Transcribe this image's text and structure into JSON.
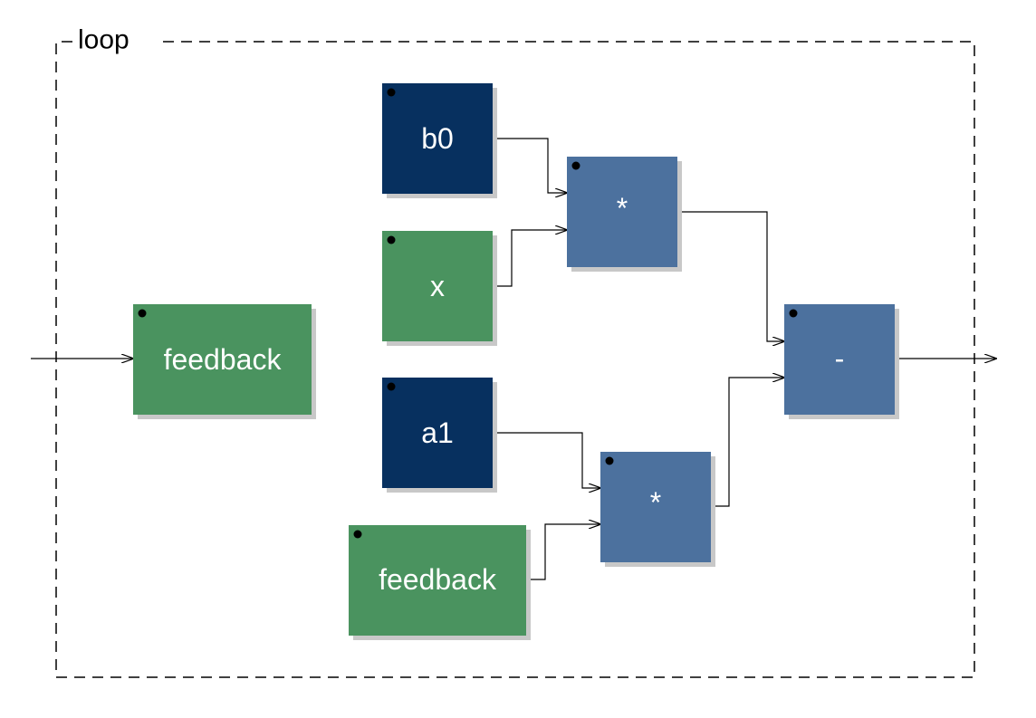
{
  "diagram": {
    "group": {
      "label": "loop"
    },
    "colors": {
      "input_block": "#4a935f",
      "constant_block": "#07305f",
      "operator_block": "#4c719e",
      "shadow": "#c8c8c8",
      "wire": "#000000",
      "text": "#ffffff"
    },
    "blocks": [
      {
        "id": "feedback-in",
        "label": "feedback",
        "kind": "input_block"
      },
      {
        "id": "b0",
        "label": "b0",
        "kind": "constant_block"
      },
      {
        "id": "x",
        "label": "x",
        "kind": "input_block"
      },
      {
        "id": "mul-top",
        "label": "*",
        "kind": "operator_block"
      },
      {
        "id": "a1",
        "label": "a1",
        "kind": "constant_block"
      },
      {
        "id": "feedback-2",
        "label": "feedback",
        "kind": "input_block"
      },
      {
        "id": "mul-bottom",
        "label": "*",
        "kind": "operator_block"
      },
      {
        "id": "minus",
        "label": "-",
        "kind": "operator_block"
      }
    ],
    "connections": [
      {
        "from": "loop-input",
        "to": "feedback-in"
      },
      {
        "from": "b0",
        "to": "mul-top"
      },
      {
        "from": "x",
        "to": "mul-top"
      },
      {
        "from": "mul-top",
        "to": "minus"
      },
      {
        "from": "a1",
        "to": "mul-bottom"
      },
      {
        "from": "feedback-2",
        "to": "mul-bottom"
      },
      {
        "from": "mul-bottom",
        "to": "minus"
      },
      {
        "from": "minus",
        "to": "loop-output"
      }
    ]
  }
}
